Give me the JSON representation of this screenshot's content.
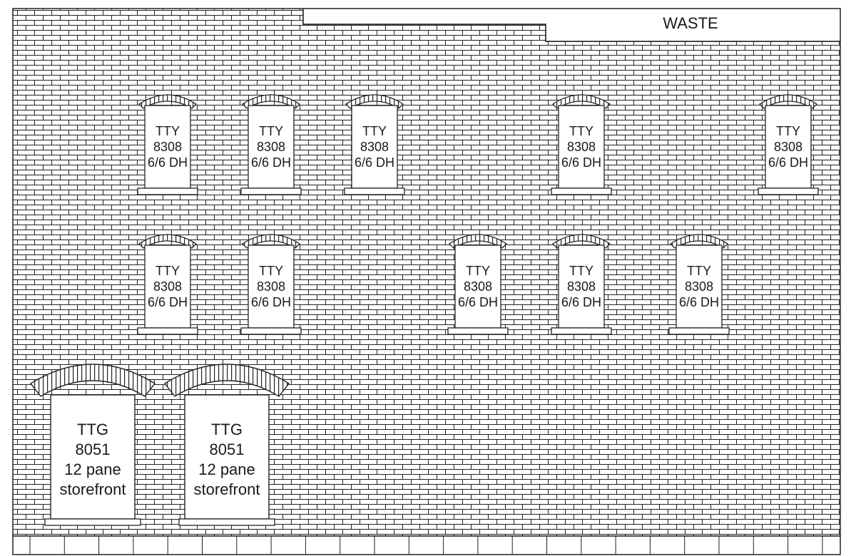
{
  "waste_label": "WASTE",
  "colors": {
    "mortar": "#ffffff",
    "line": "#222222",
    "opening": "#ffffff"
  },
  "windows": [
    {
      "lines": [
        "TTY",
        "8308",
        "6/6 DH"
      ],
      "row": 1,
      "col": 1
    },
    {
      "lines": [
        "TTY",
        "8308",
        "6/6 DH"
      ],
      "row": 1,
      "col": 2
    },
    {
      "lines": [
        "TTY",
        "8308",
        "6/6 DH"
      ],
      "row": 1,
      "col": 3
    },
    {
      "lines": [
        "TTY",
        "8308",
        "6/6 DH"
      ],
      "row": 1,
      "col": 5
    },
    {
      "lines": [
        "TTY",
        "8308",
        "6/6 DH"
      ],
      "row": 1,
      "col": 7
    },
    {
      "lines": [
        "TTY",
        "8308",
        "6/6 DH"
      ],
      "row": 2,
      "col": 1
    },
    {
      "lines": [
        "TTY",
        "8308",
        "6/6 DH"
      ],
      "row": 2,
      "col": 2
    },
    {
      "lines": [
        "TTY",
        "8308",
        "6/6 DH"
      ],
      "row": 2,
      "col": 4
    },
    {
      "lines": [
        "TTY",
        "8308",
        "6/6 DH"
      ],
      "row": 2,
      "col": 5
    },
    {
      "lines": [
        "TTY",
        "8308",
        "6/6 DH"
      ],
      "row": 2,
      "col": 6
    }
  ],
  "storefronts": [
    {
      "lines": [
        "TTG",
        "8051",
        "12 pane",
        "storefront"
      ]
    },
    {
      "lines": [
        "TTG",
        "8051",
        "12 pane",
        "storefront"
      ]
    }
  ]
}
